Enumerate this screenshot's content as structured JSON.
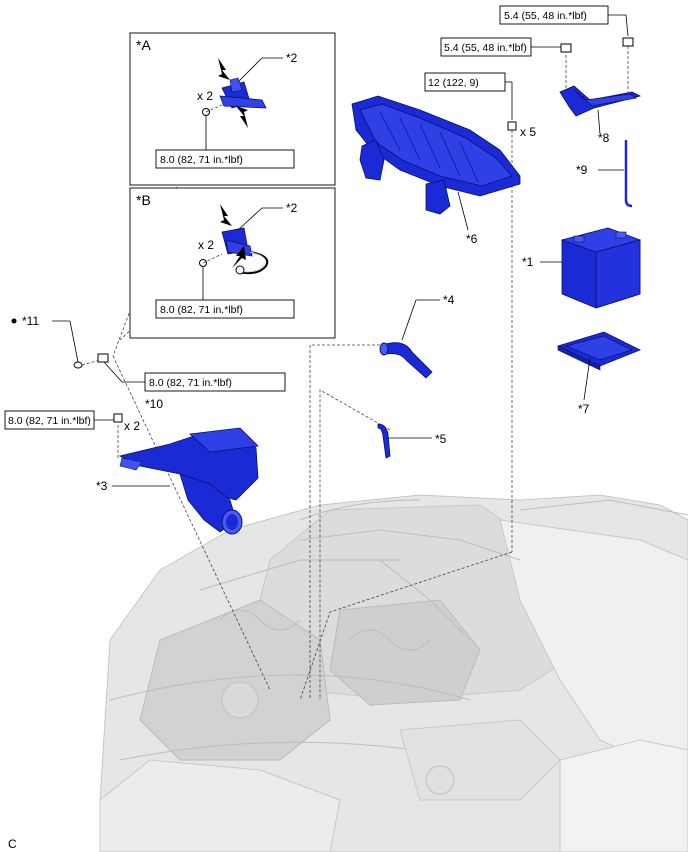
{
  "labels": {
    "p1": "*1",
    "p2a": "*2",
    "p2b": "*2",
    "p3": "*3",
    "p4": "*4",
    "p5": "*5",
    "p6": "*6",
    "p7": "*7",
    "p8": "*8",
    "p9": "*9",
    "p10": "*10",
    "p11": "*11",
    "viewA": "*A",
    "viewB": "*B"
  },
  "torques": {
    "bracket_a": "8.0 (82, 71 in.*lbf)",
    "bracket_b": "8.0 (82, 71 in.*lbf)",
    "clamp": "8.0 (82, 71 in.*lbf)",
    "air_cleaner": "8.0 (82, 71 in.*lbf)",
    "cowl": "12 (122, 9)",
    "clamp_nut": "5.4 (55, 48 in.*lbf)",
    "clamp_bolt": "5.4 (55, 48 in.*lbf)"
  },
  "counts": {
    "a": "x 2",
    "b": "x 2",
    "air_cleaner": "x 2",
    "cowl": "x 5"
  },
  "footer_code": "C",
  "colors": {
    "part_blue": "#1a2bd6",
    "car_gray": "#e6e6e6"
  }
}
